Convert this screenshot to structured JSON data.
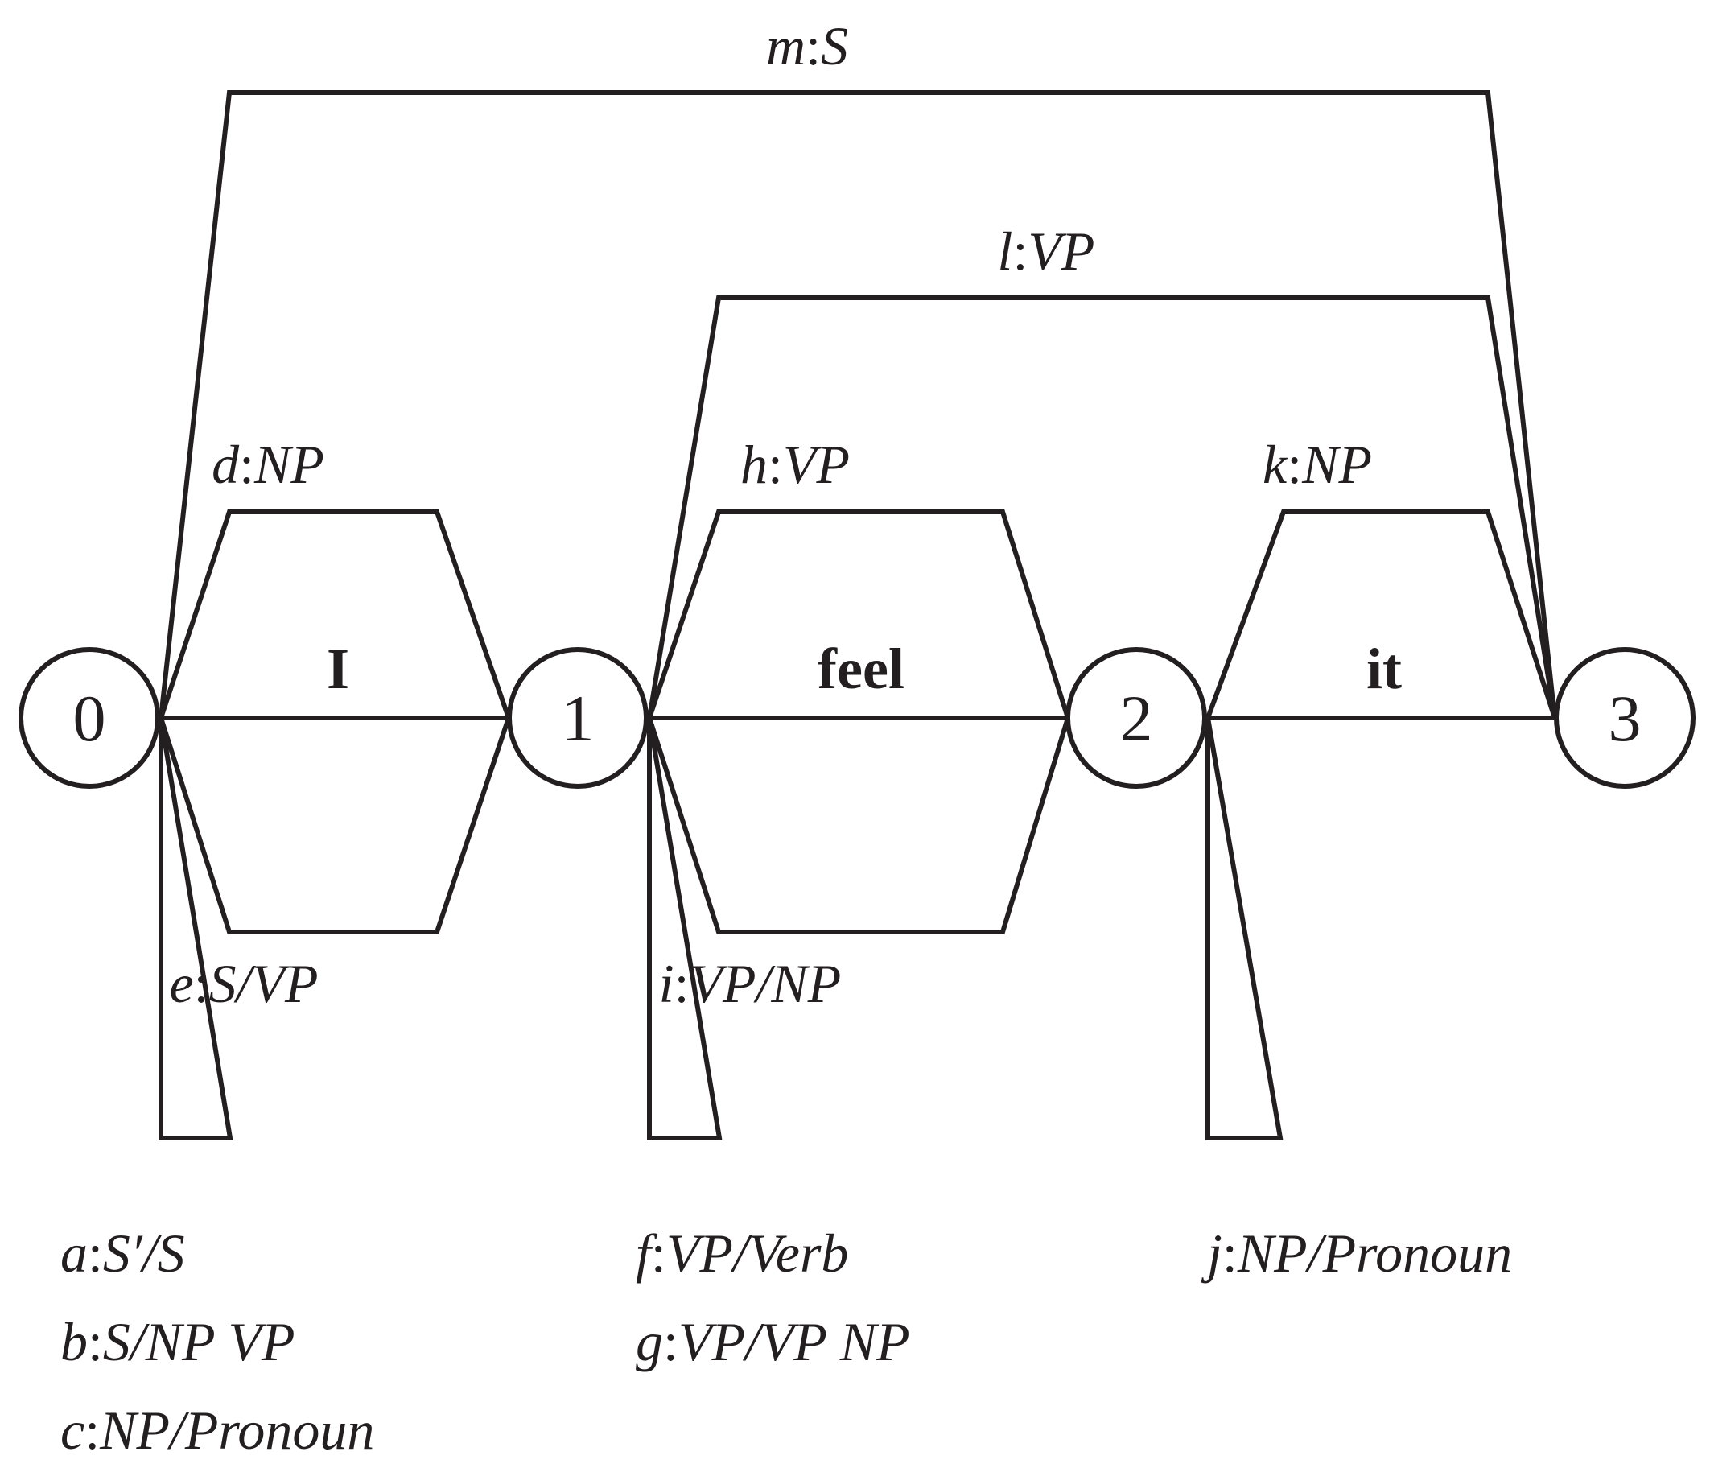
{
  "nodes": [
    {
      "id": "0",
      "label": "0"
    },
    {
      "id": "1",
      "label": "1"
    },
    {
      "id": "2",
      "label": "2"
    },
    {
      "id": "3",
      "label": "3"
    }
  ],
  "words": [
    {
      "id": "w1",
      "text": "I"
    },
    {
      "id": "w2",
      "text": "feel"
    },
    {
      "id": "w3",
      "text": "it"
    }
  ],
  "edges": [
    {
      "id": "a",
      "letter": "a",
      "category": "S′/S"
    },
    {
      "id": "b",
      "letter": "b",
      "category": "S/NP VP"
    },
    {
      "id": "c",
      "letter": "c",
      "category": "NP/Pronoun"
    },
    {
      "id": "d",
      "letter": "d",
      "category": "NP"
    },
    {
      "id": "e",
      "letter": "e",
      "category": "S/VP"
    },
    {
      "id": "f",
      "letter": "f",
      "category": "VP/Verb"
    },
    {
      "id": "g",
      "letter": "g",
      "category": "VP/VP NP"
    },
    {
      "id": "h",
      "letter": "h",
      "category": "VP"
    },
    {
      "id": "i",
      "letter": "i",
      "category": "VP/NP"
    },
    {
      "id": "j",
      "letter": "j",
      "category": "NP/Pronoun"
    },
    {
      "id": "k",
      "letter": "k",
      "category": "NP"
    },
    {
      "id": "l",
      "letter": "l",
      "category": "VP"
    },
    {
      "id": "m",
      "letter": "m",
      "category": "S"
    }
  ]
}
